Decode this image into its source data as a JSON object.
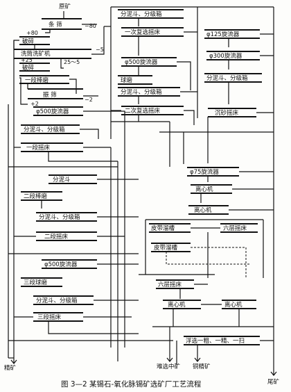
{
  "nodes": {
    "raw": "原矿",
    "screen1": "条  筛",
    "crush1": "破碎",
    "washer": "洗筒洗矿机",
    "crush2": "破碎",
    "mill1": "一段棒磨",
    "screen2": "振  筛",
    "cyc1": "φ500旋流器",
    "cls1": "分泥斗、分级箱",
    "tab1": "一段摇床",
    "cone1": "分泥斗",
    "mill2": "二段棒磨",
    "cls2": "分泥斗、分级箱",
    "tab2": "二段摇床",
    "cyc2": "φ500旋流器",
    "mill3": "三段球磨",
    "cls3": "分泥斗、分级箱",
    "tab3": "三段摇床",
    "r_cls1": "分泥斗、分级箱",
    "r_tab1": "一次复选摇床",
    "r_cyc": "φ500旋流器",
    "r_mill": "球磨",
    "r_cls2": "分泥斗、分级箱",
    "r_tab2": "二次复选摇床",
    "c125": "φ125旋流器",
    "c300": "φ300旋流器",
    "c_cls": "分泥斗、分级箱",
    "slime": "沉砂摇床",
    "c75": "φ75旋流器",
    "cent1": "离心机",
    "cent2": "离心机",
    "belt1": "皮带溜槽",
    "six1": "六层摇床",
    "belt2": "皮带溜槽",
    "six2": "六层摇床",
    "cent3": "离心机",
    "cent4": "离心机",
    "float": "浮选一粗、一精、一扫"
  },
  "io": {
    "p80": "+80",
    "m80": "−80",
    "p25": "+25",
    "r25_5": "25～5",
    "m5": "−5",
    "p2": "+2",
    "m2": "−2"
  },
  "outputs": {
    "conc": "精矿",
    "mid": "难选中矿",
    "cu": "铜精矿",
    "tail": "尾矿"
  },
  "caption": "图 3—2   某锡石-氧化脉锡矿选矿厂工艺流程"
}
